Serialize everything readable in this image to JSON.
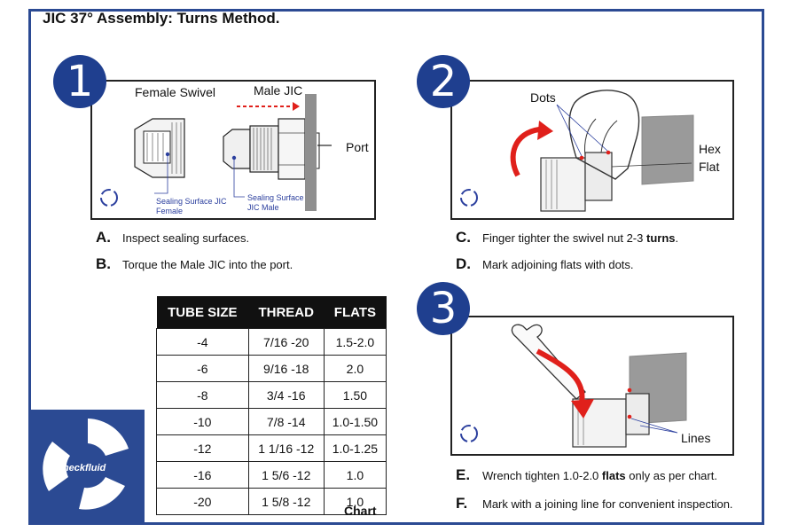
{
  "title": "JIC 37° Assembly: Turns Method.",
  "steps": {
    "n1": "1",
    "n2": "2",
    "n3": "3"
  },
  "panel1": {
    "female_swivel": "Female Swivel",
    "male_jic": "Male JIC",
    "port": "Port",
    "seal_female": "Sealing Surface JIC\nFemale",
    "seal_female_l1": "Sealing Surface JIC",
    "seal_female_l2": "Female",
    "seal_male_l1": "Sealing Surface",
    "seal_male_l2": "JIC Male"
  },
  "panel2": {
    "dots": "Dots",
    "hex_l1": "Hex",
    "hex_l2": "Flat"
  },
  "panel3": {
    "lines": "Lines"
  },
  "instructions": {
    "a_letter": "A.",
    "a_text": "Inspect sealing surfaces.",
    "b_letter": "B.",
    "b_text": "Torque the Male JIC into the port.",
    "c_letter": "C.",
    "c_text_pre": "Finger tighter the swivel nut 2-3 ",
    "c_text_bold": "turns",
    "c_text_post": ".",
    "d_letter": "D.",
    "d_text": "Mark adjoining flats with dots.",
    "e_letter": "E.",
    "e_text_pre": "Wrench tighten 1.0-2.0 ",
    "e_text_bold": "flats",
    "e_text_post": " only as per chart.",
    "f_letter": "F.",
    "f_text": "Mark with a joining line for convenient inspection."
  },
  "table": {
    "headers": [
      "TUBE SIZE",
      "THREAD",
      "FLATS"
    ],
    "rows": [
      [
        "-4",
        "7/16 -20",
        "1.5-2.0"
      ],
      [
        "-6",
        "9/16 -18",
        "2.0"
      ],
      [
        "-8",
        "3/4 -16",
        "1.50"
      ],
      [
        "-10",
        "7/8 -14",
        "1.0-1.50"
      ],
      [
        "-12",
        "1 1/16 -12",
        "1.0-1.25"
      ],
      [
        "-16",
        "1 5/6 -12",
        "1.0"
      ],
      [
        "-20",
        "1 5/8 -12",
        "1.0"
      ]
    ],
    "caption": "Chart"
  },
  "logo": {
    "brand": "Checkfluid"
  },
  "colors": {
    "brand_blue": "#2b4a93",
    "circle_blue": "#1f3f8f",
    "arrow_red": "#e0201b",
    "label_blue": "#2b3f9e"
  }
}
